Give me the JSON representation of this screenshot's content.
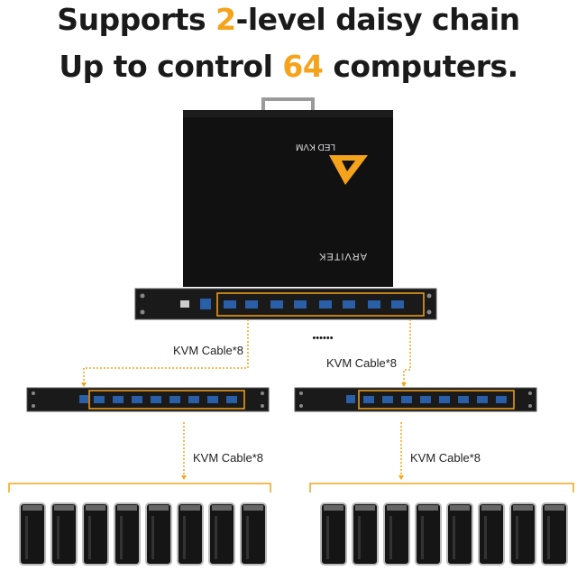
{
  "headline": {
    "line1_prefix": "Supports ",
    "line1_highlight": "2",
    "line1_suffix": "-level daisy chain",
    "line2_prefix": "Up to control ",
    "line2_highlight": "64",
    "line2_suffix": " computers."
  },
  "device": {
    "logo_text": "LED KVM",
    "brand_text": "ARVITEK"
  },
  "cables": {
    "label_left_top": "KVM Cable*8",
    "label_right_top": "KVM Cable*8",
    "label_left_bottom": "KVM Cable*8",
    "label_right_bottom": "KVM Cable*8"
  },
  "ellipsis": "••••••",
  "colors": {
    "accent": "#f5a31a",
    "text": "#1a1a1a",
    "device": "#111111"
  },
  "computers_per_group": 8
}
